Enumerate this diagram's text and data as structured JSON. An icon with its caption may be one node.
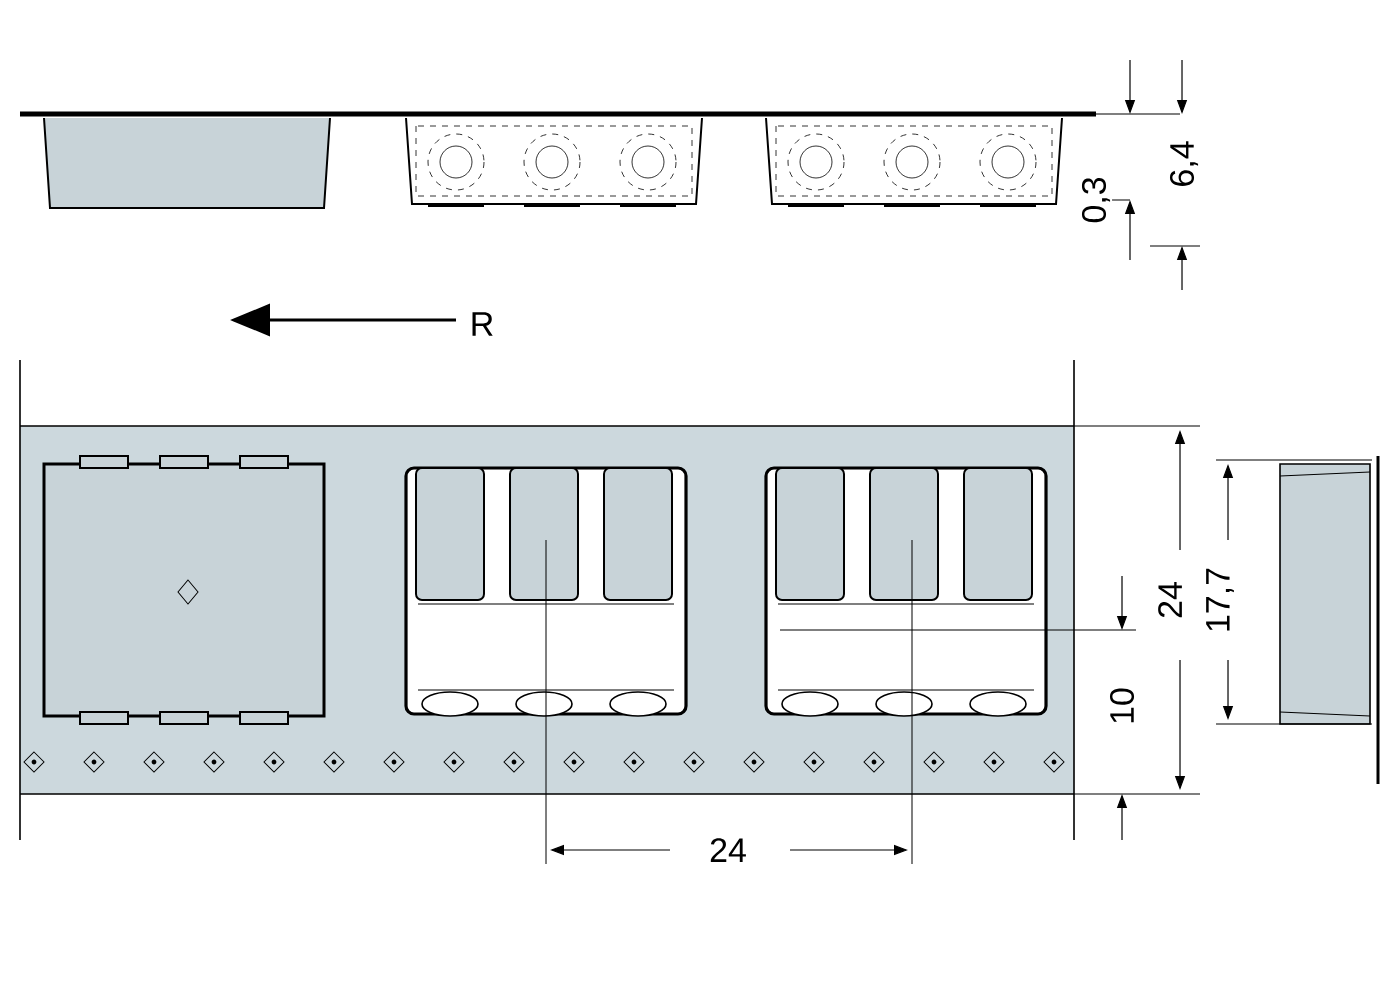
{
  "diagram": {
    "labels": [
      "0,3",
      "6,4",
      "R",
      "24",
      "17,7",
      "10",
      "24"
    ]
  }
}
